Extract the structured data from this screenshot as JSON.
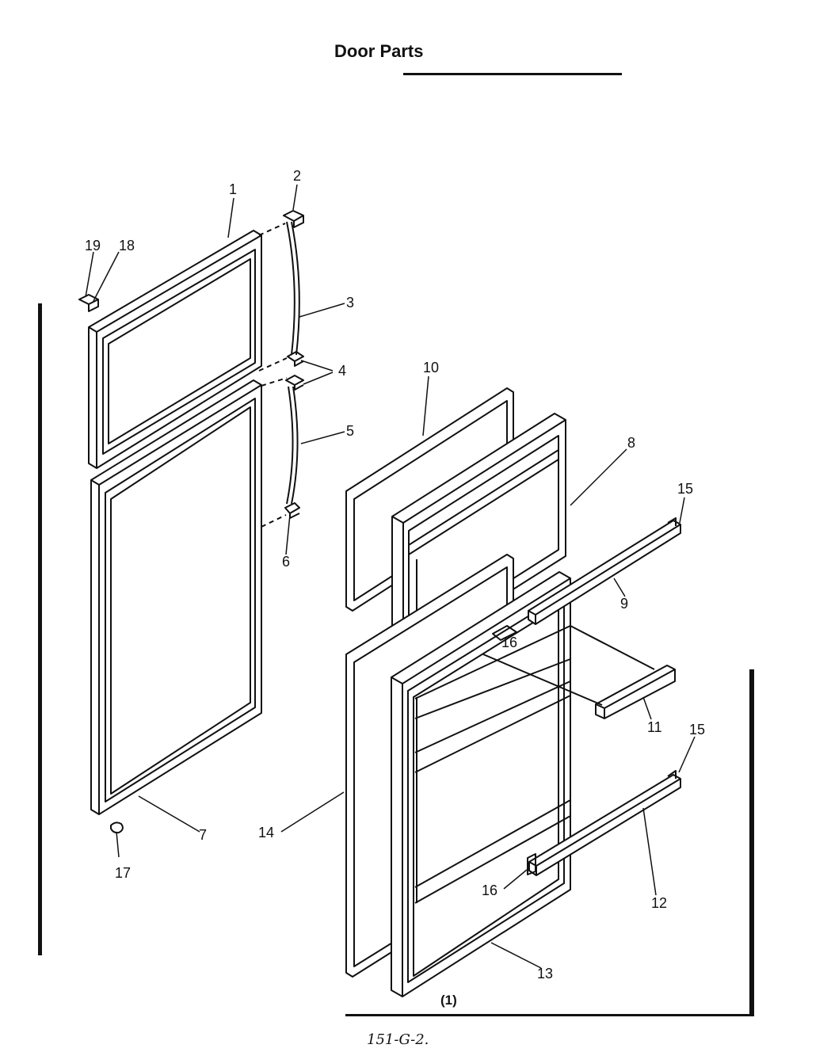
{
  "title": "Door Parts",
  "panel_label": "(1)",
  "reference_code": "151-G-2.",
  "callouts": [
    "1",
    "2",
    "3",
    "4",
    "5",
    "6",
    "7",
    "8",
    "9",
    "10",
    "11",
    "12",
    "13",
    "14",
    "15",
    "15",
    "16",
    "16",
    "17",
    "18",
    "19"
  ],
  "colors": {
    "ink": "#111111",
    "paper": "#ffffff"
  }
}
